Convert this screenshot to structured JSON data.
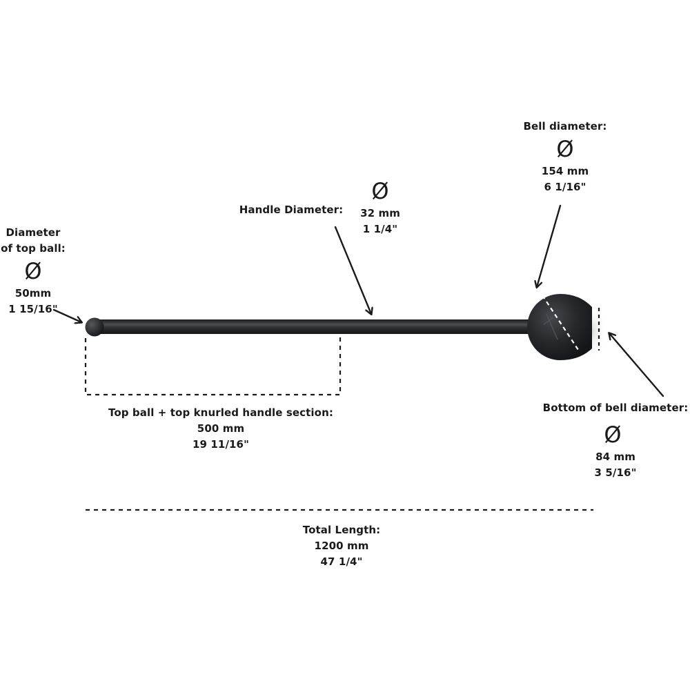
{
  "colors": {
    "ink": "#1a1a1a",
    "metal_dark": "#202224",
    "metal_mid": "#3a3d40",
    "highlight": "#6b6f73",
    "background": "#ffffff"
  },
  "icons": {
    "diameter": "diameter-symbol-icon",
    "arrow": "arrow-icon"
  },
  "diameter_symbol": "Ø",
  "labels": {
    "top_ball": {
      "title_line1": "Diameter",
      "title_line2": "of top ball:",
      "metric": "50mm",
      "imperial": "1 15/16\""
    },
    "handle": {
      "title": "Handle Diameter:",
      "metric": "32 mm",
      "imperial": "1 1/4\""
    },
    "bell": {
      "title": "Bell diameter:",
      "metric": "154 mm",
      "imperial": "6 1/16\""
    },
    "bell_bottom": {
      "title": "Bottom of bell diameter:",
      "metric": "84 mm",
      "imperial": "3 5/16\""
    },
    "knurled_section": {
      "title": "Top ball + top knurled handle section:",
      "metric": "500 mm",
      "imperial": "19 11/16\""
    },
    "total_length": {
      "title": "Total Length:",
      "metric": "1200 mm",
      "imperial": "47 1/4\""
    }
  }
}
